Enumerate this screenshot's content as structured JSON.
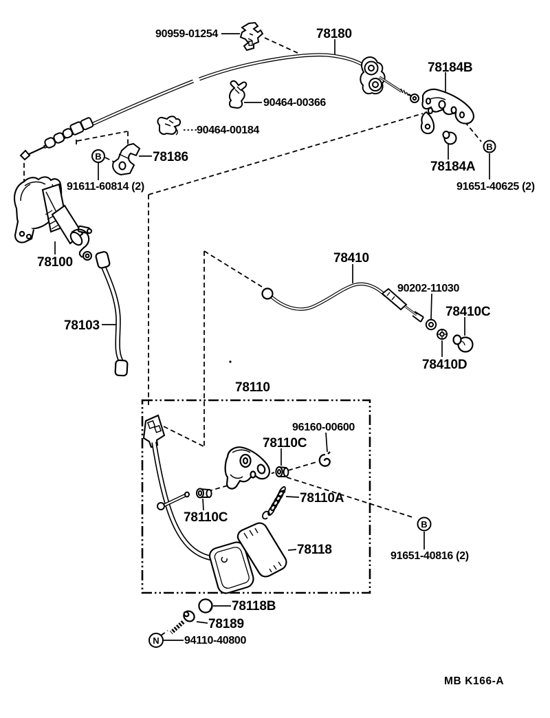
{
  "page": {
    "paper_color": "#ffffff",
    "ink_color": "#000000"
  },
  "figure_code": "MB  K166-A",
  "callouts": {
    "b": "B",
    "n": "N"
  },
  "parts": {
    "clamp_90959_01254": {
      "number": "90959-01254"
    },
    "cable_78180": {
      "number": "78180"
    },
    "bracket_78184B": {
      "number": "78184B"
    },
    "clip_90464_00366": {
      "number": "90464-00366"
    },
    "clip_90464_00184": {
      "number": "90464-00184"
    },
    "bracket_78186": {
      "number": "78186"
    },
    "bolt_91611_60814": {
      "number": "91611-60814 (2)"
    },
    "bolt_78184A": {
      "number": "78184A"
    },
    "bolt_91651_40625": {
      "number": "91651-40625 (2)"
    },
    "link_78100": {
      "number": "78100"
    },
    "rod_78103": {
      "number": "78103"
    },
    "cable_78410": {
      "number": "78410"
    },
    "washer_90202_11030": {
      "number": "90202-11030"
    },
    "grommet_78410C": {
      "number": "78410C"
    },
    "nut_78410D": {
      "number": "78410D"
    },
    "pedal_78110": {
      "number": "78110"
    },
    "retainer_96160_00600": {
      "number": "96160-00600"
    },
    "bush_78110C_upper": {
      "number": "78110C"
    },
    "bush_78110C_lower": {
      "number": "78110C"
    },
    "spring_78110A": {
      "number": "78110A"
    },
    "pad_78118": {
      "number": "78118"
    },
    "bolt_91651_40816": {
      "number": "91651-40816 (2)"
    },
    "cap_78118B": {
      "number": "78118B"
    },
    "bolt_78189": {
      "number": "78189"
    },
    "nut_94110_40800": {
      "number": "94110-40800"
    }
  }
}
